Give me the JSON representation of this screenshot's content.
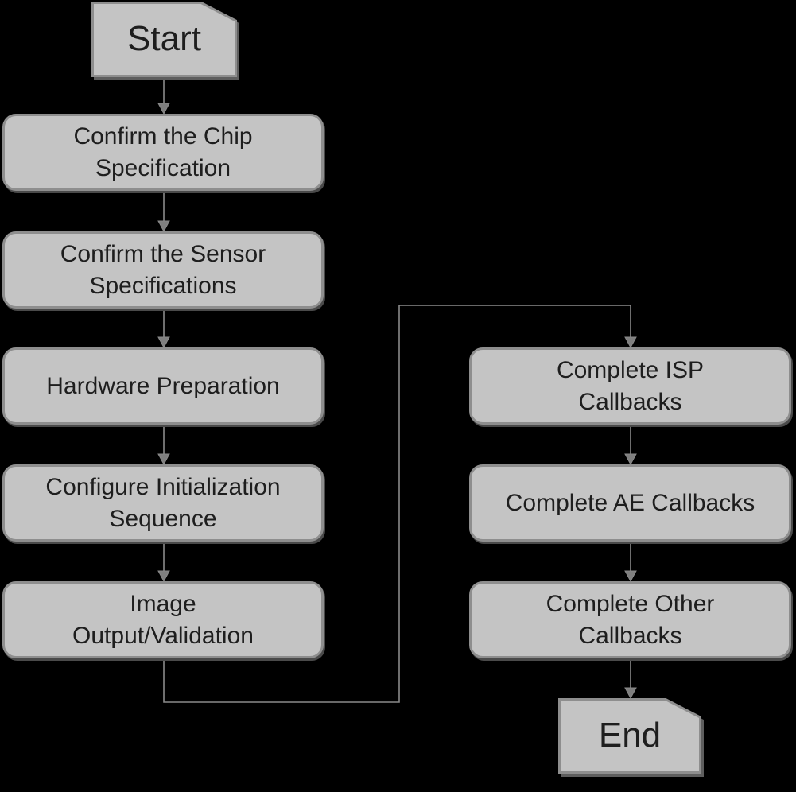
{
  "diagram_type": "flowchart",
  "colors": {
    "background": "#000000",
    "node_fill": "#c4c4c4",
    "node_border": "#8e8e8e",
    "node_text": "#1e1e1e",
    "arrow": "#8a8a8a",
    "shadow": "#4a4a4a"
  },
  "nodes": [
    {
      "id": "start",
      "shape": "card",
      "label": "Start"
    },
    {
      "id": "confirm-chip-specification",
      "shape": "process",
      "label": "Confirm the Chip\nSpecification"
    },
    {
      "id": "confirm-sensor-specifications",
      "shape": "process",
      "label": "Confirm the Sensor\nSpecifications"
    },
    {
      "id": "hardware-preparation",
      "shape": "process",
      "label": "Hardware Preparation"
    },
    {
      "id": "configure-initialization-sequence",
      "shape": "process",
      "label": "Configure Initialization\nSequence"
    },
    {
      "id": "image-output-validation",
      "shape": "process",
      "label": "Image\nOutput/Validation"
    },
    {
      "id": "complete-isp-callbacks",
      "shape": "process",
      "label": "Complete ISP\nCallbacks"
    },
    {
      "id": "complete-ae-callbacks",
      "shape": "process",
      "label": "Complete AE Callbacks"
    },
    {
      "id": "complete-other-callbacks",
      "shape": "process",
      "label": "Complete Other\nCallbacks"
    },
    {
      "id": "end",
      "shape": "card",
      "label": "End"
    }
  ],
  "edges": [
    {
      "from": "start",
      "to": "confirm-chip-specification"
    },
    {
      "from": "confirm-chip-specification",
      "to": "confirm-sensor-specifications"
    },
    {
      "from": "confirm-sensor-specifications",
      "to": "hardware-preparation"
    },
    {
      "from": "hardware-preparation",
      "to": "configure-initialization-sequence"
    },
    {
      "from": "configure-initialization-sequence",
      "to": "image-output-validation"
    },
    {
      "from": "image-output-validation",
      "to": "complete-isp-callbacks"
    },
    {
      "from": "complete-isp-callbacks",
      "to": "complete-ae-callbacks"
    },
    {
      "from": "complete-ae-callbacks",
      "to": "complete-other-callbacks"
    },
    {
      "from": "complete-other-callbacks",
      "to": "end"
    }
  ]
}
